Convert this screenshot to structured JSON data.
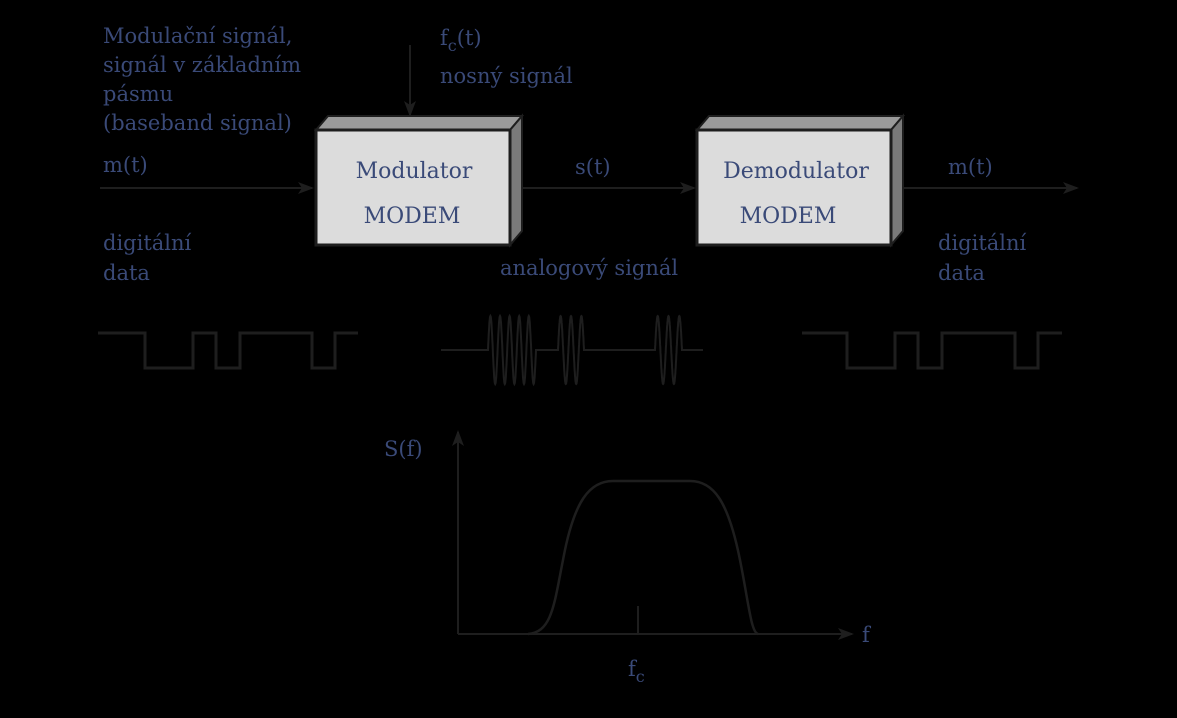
{
  "input": {
    "label_lines": [
      "Modulační signál,",
      "signál v základním",
      "pásmu",
      "(baseband signal)"
    ],
    "signal": "m(t)",
    "data_lines": [
      "digitální",
      "data"
    ]
  },
  "carrier": {
    "symbol": "f",
    "subscript": "c",
    "suffix": "(t)",
    "label": "nosný signál"
  },
  "modulator": {
    "title": "Modulator",
    "subtitle": "MODEM"
  },
  "channel": {
    "signal": "s(t)",
    "label": "analogový signál"
  },
  "demodulator": {
    "title": "Demodulator",
    "subtitle": "MODEM"
  },
  "output": {
    "signal": "m(t)",
    "data_lines": [
      "digitální",
      "data"
    ]
  },
  "spectrum": {
    "ylabel": "S(f)",
    "xlabel": "f",
    "center_symbol": "f",
    "center_subscript": "c"
  },
  "colors": {
    "text": "#3a4a78",
    "box_face": "#dcdcdc",
    "box_side": "#7a7a7a",
    "stroke": "#1e1e1e"
  }
}
